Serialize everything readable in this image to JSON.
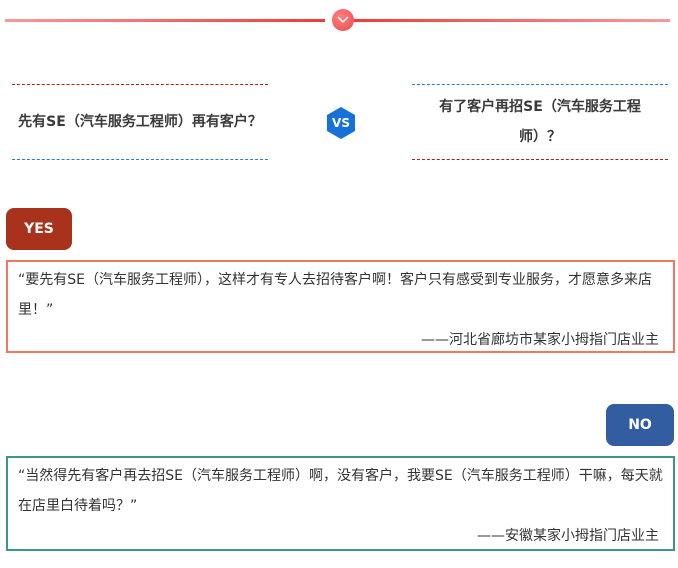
{
  "header": {
    "divider_icon": "chevron-down-icon",
    "colors": {
      "line": "#ef3b3b",
      "knob": "#ef4a4a"
    }
  },
  "comparison": {
    "left_question": "先有SE（汽车服务工程师）再有客户？",
    "right_question": "有了客户再招SE（汽车服务工程师）？",
    "vs_label": "VS",
    "vs_color": "#1672d8"
  },
  "yes_section": {
    "tag_label": "YES",
    "tag_color": "#a8321b",
    "border_color": "#ef7860",
    "quote": "“要先有SE（汽车服务工程师），这样才有专人去招待客户啊！客户只有感受到专业服务，才愿意多来店里！”",
    "attribution": "——河北省廊坊市某家小拇指门店业主"
  },
  "no_section": {
    "tag_label": "NO",
    "tag_color": "#325da0",
    "border_color": "#3a958a",
    "quote": "“当然得先有客户再去招SE（汽车服务工程师）啊，没有客户，我要SE（汽车服务工程师）干嘛，每天就在店里白待着吗？”",
    "attribution": "——安徽某家小拇指门店业主"
  }
}
